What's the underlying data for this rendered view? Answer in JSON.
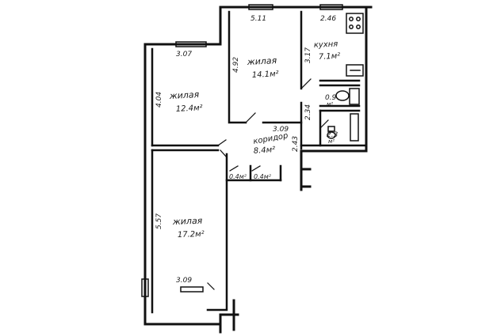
{
  "rooms": {
    "living_upper_left": {
      "name": "жилая",
      "area": "12.4м²"
    },
    "living_center": {
      "name": "жилая",
      "area": "14.1м²"
    },
    "kitchen": {
      "name": "кухня",
      "area": "7.1м²"
    },
    "corridor": {
      "name": "коридор",
      "area": "8.4м²"
    },
    "living_lower": {
      "name": "жилая",
      "area": "17.2м²"
    },
    "bath": {
      "area_line1": "0.9",
      "area_line2": "м²"
    },
    "wc": {
      "area_line1": "2.3",
      "area_line2": "м²"
    },
    "closet_1": {
      "area": "0.4м²"
    },
    "closet_2": {
      "area": "0.4м²"
    }
  },
  "dimensions": {
    "top_center": "5.11",
    "top_kitchen": "2.46",
    "upper_left_width": "3.07",
    "upper_left_height": "4.04",
    "center_height": "4.92",
    "kitchen_height": "3.17",
    "center_bottom": "3.09",
    "bath_height": "2.34",
    "corridor_right": "2.43",
    "lower_height": "5.57",
    "lower_width": "3.09"
  }
}
